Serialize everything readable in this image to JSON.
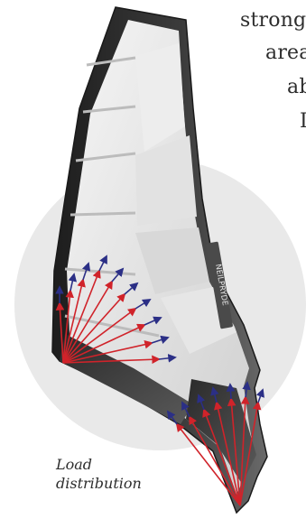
{
  "text": {
    "lines": [
      "strong",
      "area",
      "ab",
      "I"
    ]
  },
  "caption": {
    "line1": "Load",
    "line2": "distribution"
  },
  "sail": {
    "logo": "NEILPRYDE",
    "colors": {
      "circle": "#e9e9e9",
      "frame": "#2a2a2a",
      "panel": "#dcdcdc",
      "arrow_blue": "#2b2f86",
      "arrow_red": "#d0232a"
    }
  }
}
